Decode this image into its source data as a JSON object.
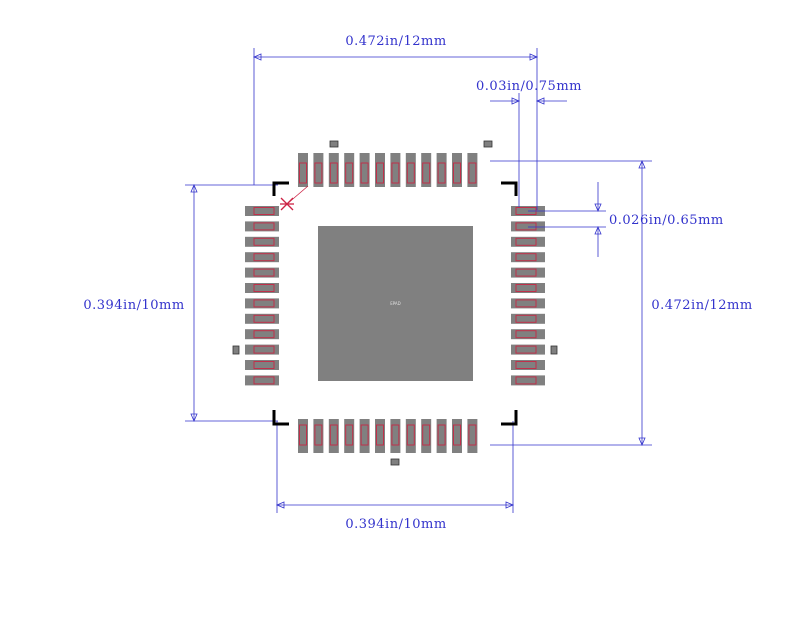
{
  "dimensions": {
    "top_width": "0.472in/12mm",
    "pitch": "0.03in/0.75mm",
    "pad_spacing": "0.026in/0.65mm",
    "left_height": "0.394in/10mm",
    "right_height": "0.472in/12mm",
    "bottom_width": "0.394in/10mm"
  },
  "center_pad_label": "EPAD",
  "pins_per_side": 12,
  "colors": {
    "dimension": "#3333cc",
    "pad": "#808080",
    "pad_outline": "#c0304a",
    "body_outline": "#000000",
    "pin1_marker": "#cc2244"
  }
}
